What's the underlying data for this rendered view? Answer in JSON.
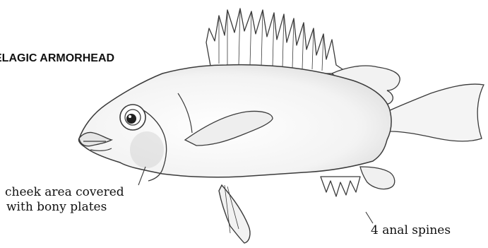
{
  "title": "ELAGIC ARMORHEAD",
  "labels": {
    "cheek_line1": "cheek area covered",
    "cheek_line2": "with bony plates",
    "anal_spines": "4 anal spines"
  },
  "colors": {
    "outline": "#3a3a3a",
    "shading": "#d4d4d4",
    "text": "#111111"
  }
}
